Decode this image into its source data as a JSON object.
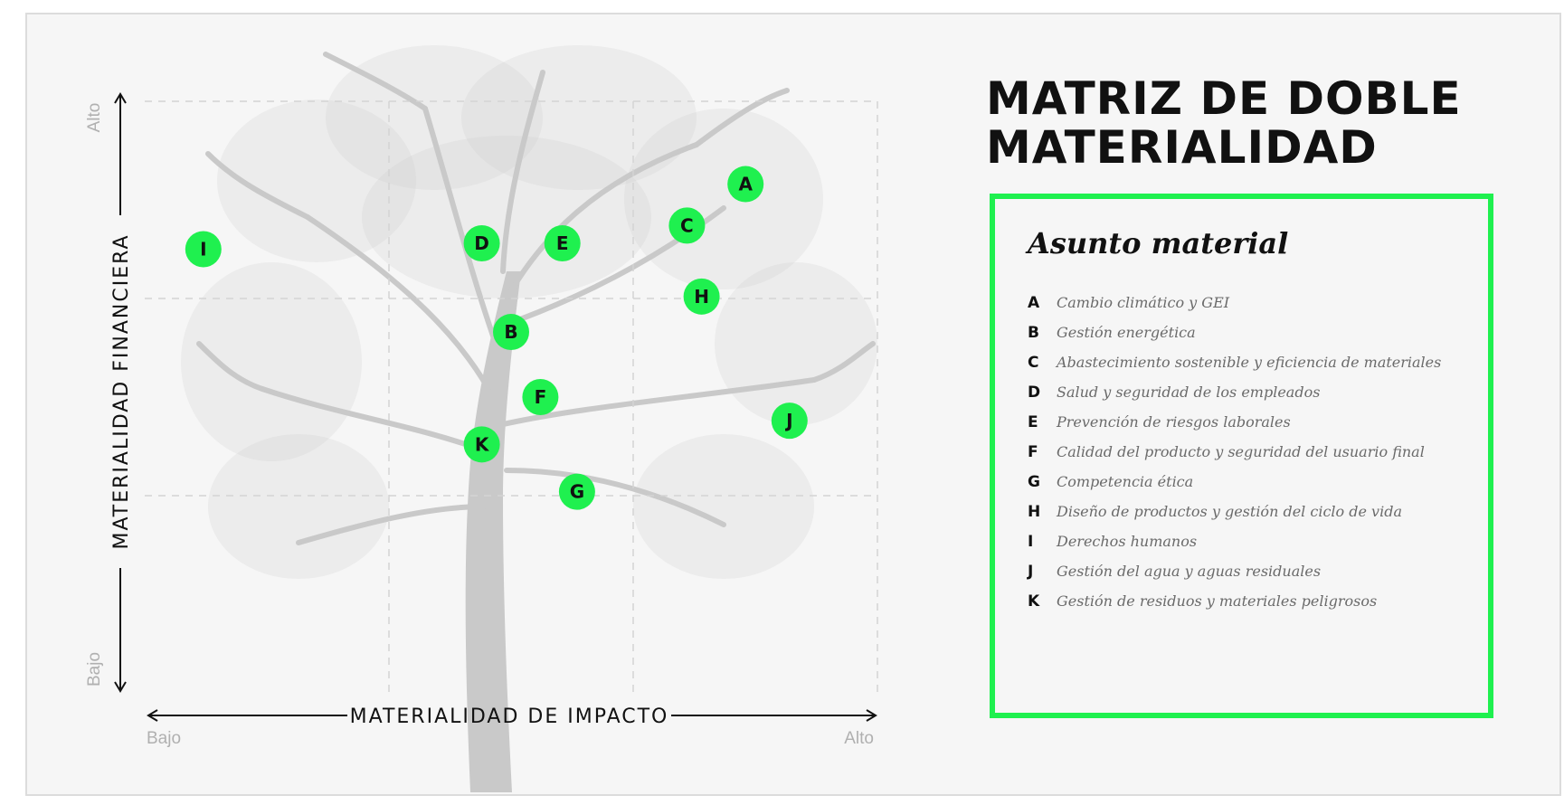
{
  "title": "MATRIZ DE DOBLE MATERIALIDAD",
  "legend": {
    "heading": "Asunto material",
    "items": [
      {
        "letter": "A",
        "label": "Cambio climático y GEI"
      },
      {
        "letter": "B",
        "label": "Gestión energética"
      },
      {
        "letter": "C",
        "label": "Abastecimiento sostenible y eficiencia de materiales"
      },
      {
        "letter": "D",
        "label": "Salud y seguridad de los empleados"
      },
      {
        "letter": "E",
        "label": "Prevención de riesgos laborales"
      },
      {
        "letter": "F",
        "label": "Calidad del producto y seguridad del usuario final"
      },
      {
        "letter": "G",
        "label": "Competencia ética"
      },
      {
        "letter": "H",
        "label": "Diseño de productos y gestión del ciclo de vida"
      },
      {
        "letter": "I",
        "label": "Derechos humanos"
      },
      {
        "letter": "J",
        "label": "Gestión del agua y aguas residuales"
      },
      {
        "letter": "K",
        "label": "Gestión de residuos y materiales peligrosos"
      }
    ]
  },
  "colors": {
    "marker": "#1ff04f",
    "legend_border": "#1ff04f",
    "axis": "#111111",
    "grid": "#d4d4d4",
    "tree": "#c9c9c9"
  },
  "chart_data": {
    "type": "scatter",
    "title": "",
    "xlabel": "MATERIALIDAD DE IMPACTO",
    "ylabel": "MATERIALIDAD FINANCIERA",
    "x_low_label": "Bajo",
    "x_high_label": "Alto",
    "y_low_label": "Bajo",
    "y_high_label": "Alto",
    "xlim": [
      0,
      1
    ],
    "ylim": [
      0,
      1
    ],
    "grid": true,
    "grid_divisions": 3,
    "points": [
      {
        "label": "A",
        "x": 0.82,
        "y": 0.86
      },
      {
        "label": "B",
        "x": 0.5,
        "y": 0.61
      },
      {
        "label": "C",
        "x": 0.74,
        "y": 0.79
      },
      {
        "label": "D",
        "x": 0.46,
        "y": 0.76
      },
      {
        "label": "E",
        "x": 0.57,
        "y": 0.76
      },
      {
        "label": "F",
        "x": 0.54,
        "y": 0.5
      },
      {
        "label": "G",
        "x": 0.59,
        "y": 0.34
      },
      {
        "label": "H",
        "x": 0.76,
        "y": 0.67
      },
      {
        "label": "I",
        "x": 0.08,
        "y": 0.75
      },
      {
        "label": "J",
        "x": 0.88,
        "y": 0.46
      },
      {
        "label": "K",
        "x": 0.46,
        "y": 0.42
      }
    ]
  }
}
